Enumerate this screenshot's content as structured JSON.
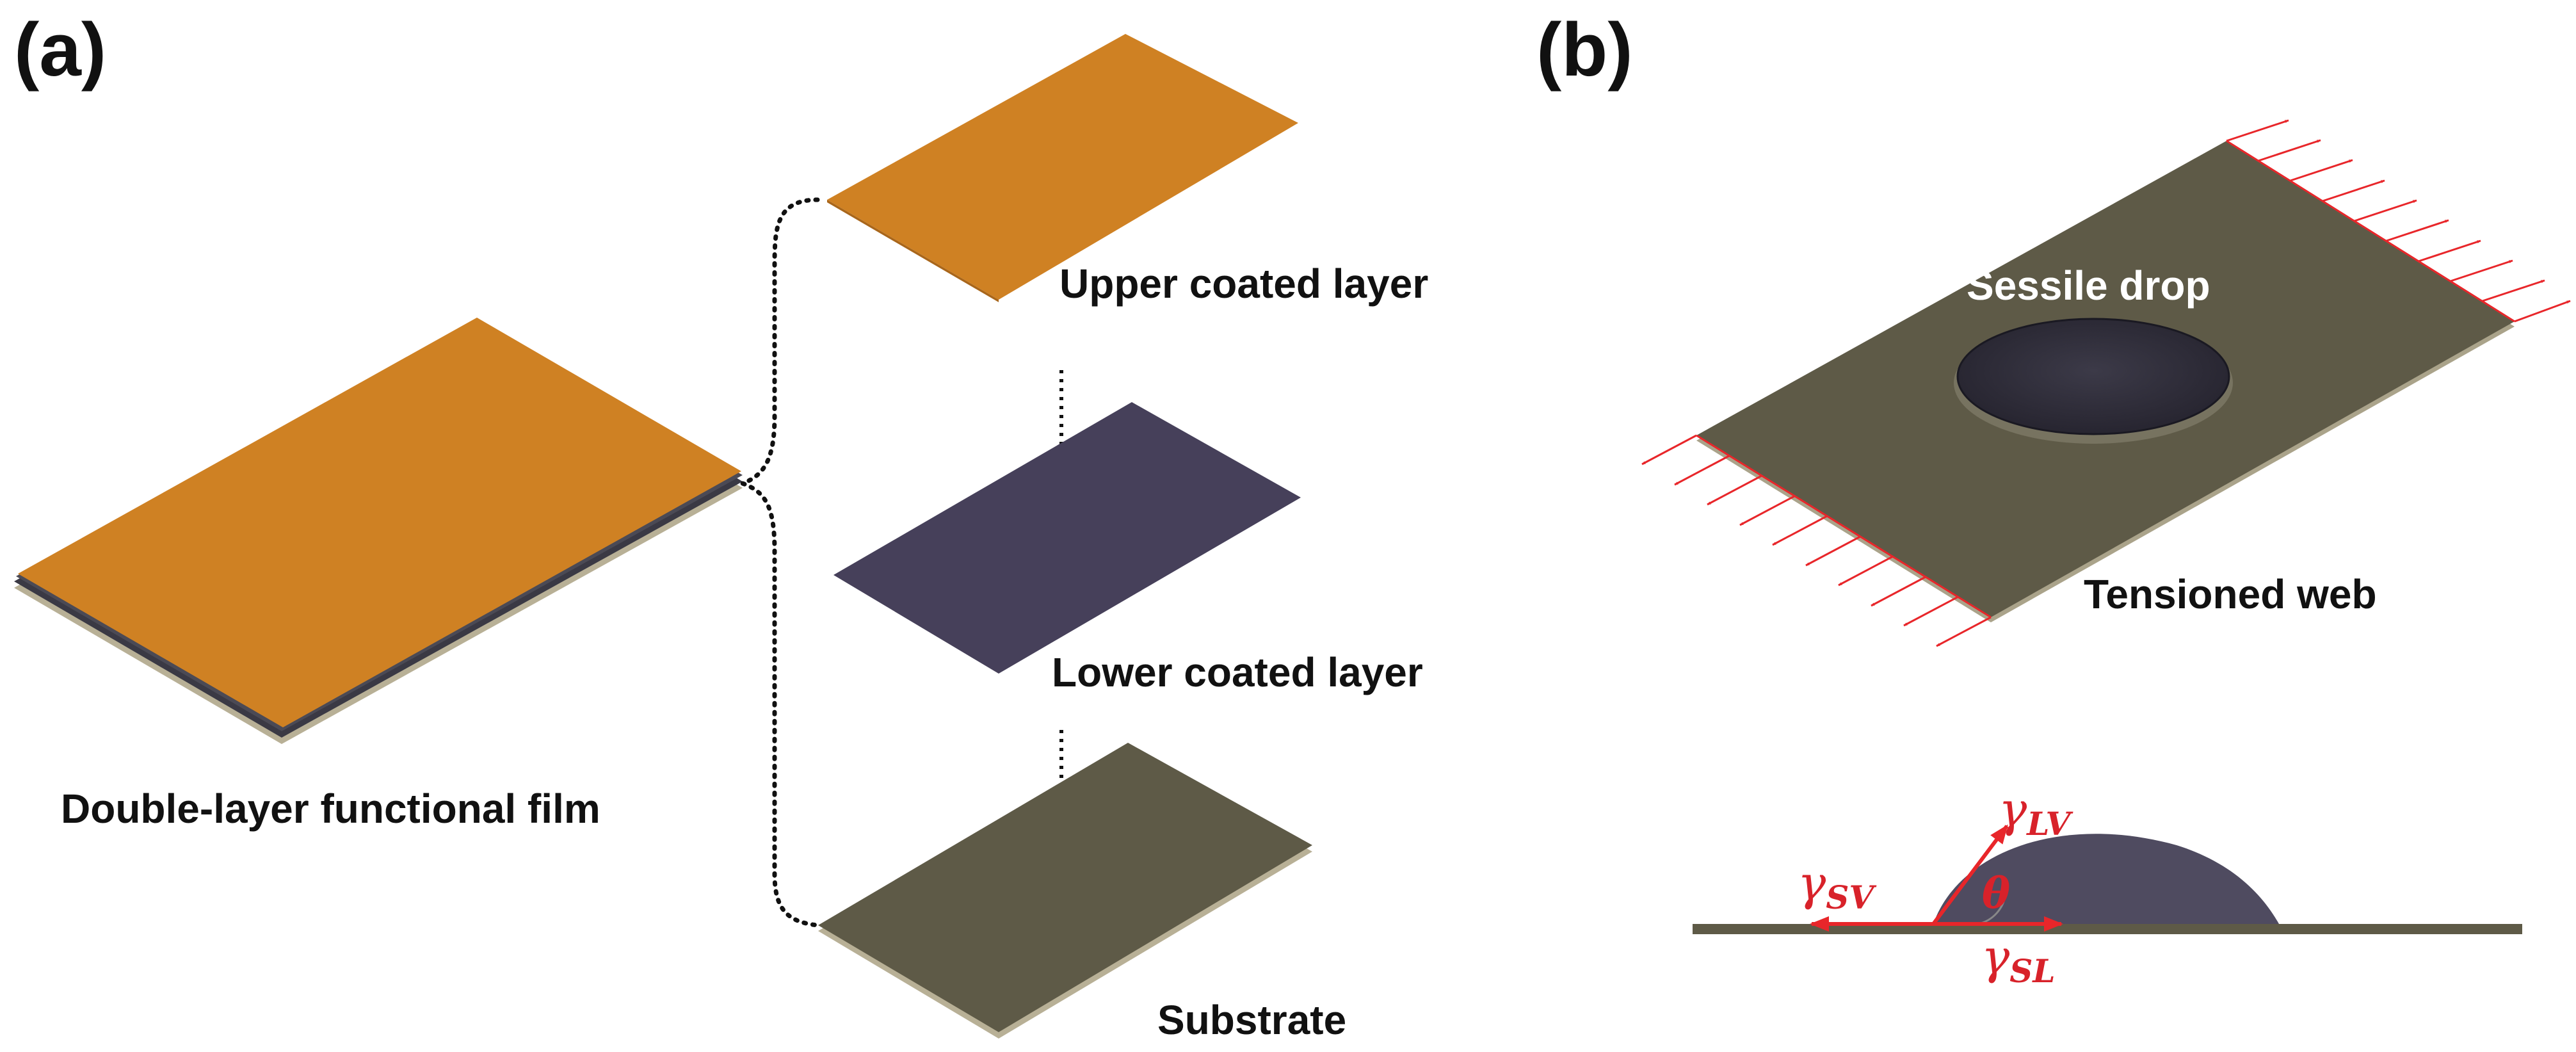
{
  "panels": {
    "a": {
      "label": "(a)"
    },
    "b": {
      "label": "(b)"
    }
  },
  "captions": {
    "film": "Double-layer functional film",
    "upper": "Upper coated layer",
    "lower": "Lower coated layer",
    "substrate": "Substrate",
    "drop": "Sessile drop",
    "web": "Tensioned web"
  },
  "tensions": {
    "gamma_symbol": "γ",
    "lv_sub": "LV",
    "sv_sub": "SV",
    "sl_sub": "SL",
    "theta": "θ"
  },
  "colors": {
    "coating_orange": "#cf8123",
    "coating_purple": "#46405a",
    "substrate_olive": "#5e5a47",
    "force_red": "#e8262a",
    "drop_dark": "#34323f"
  }
}
